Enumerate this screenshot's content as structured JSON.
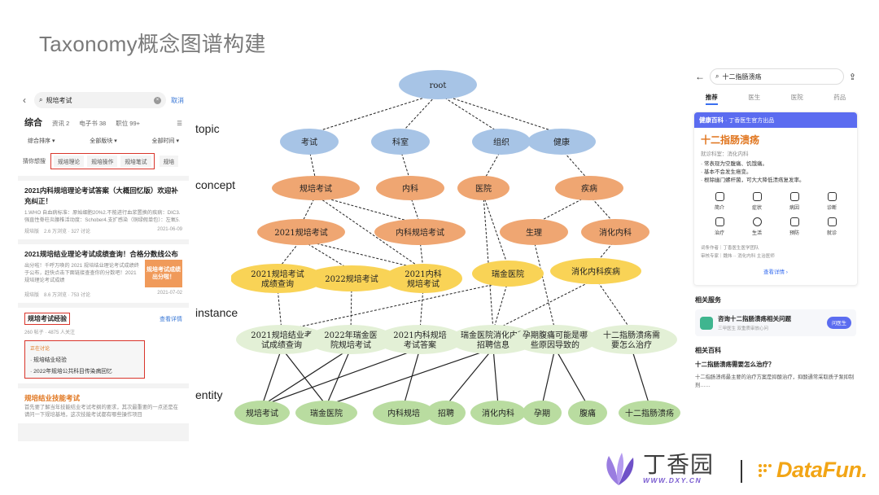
{
  "slide": {
    "title": "Taxonomy概念图谱构建"
  },
  "levels": {
    "topic": "topic",
    "concept": "concept",
    "instance": "instance",
    "entity": "entity"
  },
  "left_phone": {
    "search_text": "规培考试",
    "cancel": "取消",
    "tabs": [
      {
        "label": "综合",
        "count": ""
      },
      {
        "label": "资讯",
        "count": "2"
      },
      {
        "label": "电子书",
        "count": "38"
      },
      {
        "label": "职位",
        "count": "99+"
      }
    ],
    "filters": [
      "综合排序",
      "全部版块",
      "全部时间"
    ],
    "guess_label": "猜你想搜",
    "guess_chips": [
      "规培理论",
      "规培操作",
      "规培笔试",
      "规培"
    ],
    "article1": {
      "title": "2021内科规培理论考试答案（大概回忆版）欢迎补充纠正！",
      "body": "1.WHO 自血病标准：原始细胞20%2.不能进行血浆置换的疾病：DIC3.强直性脊柱炎腰椎活动度：Schober4.支扩感染（铜绿假单包）：左氧5.",
      "source": "规培版",
      "stats": "2.6 万浏览 · 327 讨论",
      "date": "2021-06-09"
    },
    "article2": {
      "title": "2021规培结业理论考试成绩查询！合格分数线公布",
      "body": "出分啦！千呼万唤的 2021 规培结业理论考试成绩终于公布，赶快点击下面链接查查你的分数吧！2021 规培理论考试成绩",
      "thumb": "规培考试成绩出分啦！",
      "source": "规培版",
      "stats": "8.6 万浏览 · 753 讨论",
      "date": "2021-07-02"
    },
    "topic": {
      "title": "规培考试经验",
      "stats": "260 帖子 · 4875 人关注",
      "link": "查看详情",
      "discuss_head": "正在讨论",
      "discuss_items": [
        "规培结业经验",
        "2022年规培公共科目传染病回忆"
      ]
    },
    "article3": {
      "title": "规培结业技能考试",
      "body": "首先要了解当年技能结业考试考纲的要求，其次最重要的一点还是在请问一下规培基地，这次技能考试都有哪些操作项目"
    }
  },
  "diagram": {
    "nodes": [
      {
        "id": "root",
        "label": "root",
        "level": "root"
      },
      {
        "id": "t1",
        "label": "考试",
        "level": "topic"
      },
      {
        "id": "t2",
        "label": "科室",
        "level": "topic"
      },
      {
        "id": "t3",
        "label": "组织",
        "level": "topic"
      },
      {
        "id": "t4",
        "label": "健康",
        "level": "topic"
      },
      {
        "id": "c1",
        "label": "规培考试",
        "level": "concept"
      },
      {
        "id": "c2",
        "label": "内科",
        "level": "concept"
      },
      {
        "id": "c3",
        "label": "医院",
        "level": "concept"
      },
      {
        "id": "c4",
        "label": "疾病",
        "level": "concept"
      },
      {
        "id": "c5",
        "label": "2021规培考试",
        "level": "concept"
      },
      {
        "id": "c6",
        "label": "内科规培考试",
        "level": "concept"
      },
      {
        "id": "c7",
        "label": "生理",
        "level": "concept"
      },
      {
        "id": "c8",
        "label": "消化内科",
        "level": "concept"
      },
      {
        "id": "i1",
        "label": "2021规培考试成绩查询",
        "level": "instance"
      },
      {
        "id": "i2",
        "label": "2022规培考试",
        "level": "instance"
      },
      {
        "id": "i3",
        "label": "2021内科规培考试",
        "level": "instance"
      },
      {
        "id": "i4",
        "label": "瑞金医院",
        "level": "instance"
      },
      {
        "id": "i5",
        "label": "消化内科疾病",
        "level": "instance"
      },
      {
        "id": "q1",
        "label": "2021规培结业考试成绩查询",
        "level": "query"
      },
      {
        "id": "q2",
        "label": "2022年瑞金医院规培考试",
        "level": "query"
      },
      {
        "id": "q3",
        "label": "2021内科规培考试答案",
        "level": "query"
      },
      {
        "id": "q4",
        "label": "瑞金医院消化内科招聘信息",
        "level": "query"
      },
      {
        "id": "q5",
        "label": "孕期腹痛可能是哪些原因导致的",
        "level": "query"
      },
      {
        "id": "q6",
        "label": "十二指肠溃疡需要怎么治疗",
        "level": "query"
      },
      {
        "id": "e1",
        "label": "规培考试",
        "level": "entity"
      },
      {
        "id": "e2",
        "label": "瑞金医院",
        "level": "entity"
      },
      {
        "id": "e3",
        "label": "内科规培",
        "level": "entity"
      },
      {
        "id": "e4",
        "label": "招聘",
        "level": "entity"
      },
      {
        "id": "e5",
        "label": "消化内科",
        "level": "entity"
      },
      {
        "id": "e6",
        "label": "孕期",
        "level": "entity"
      },
      {
        "id": "e7",
        "label": "腹痛",
        "level": "entity"
      },
      {
        "id": "e8",
        "label": "十二指肠溃疡",
        "level": "entity"
      }
    ],
    "edges": [
      [
        "root",
        "t1",
        "dashed"
      ],
      [
        "root",
        "t2",
        "dashed"
      ],
      [
        "root",
        "t3",
        "dashed"
      ],
      [
        "root",
        "t4",
        "dashed"
      ],
      [
        "t1",
        "c1",
        "dashed"
      ],
      [
        "t2",
        "c2",
        "dashed"
      ],
      [
        "t3",
        "c3",
        "dashed"
      ],
      [
        "t4",
        "c4",
        "dashed"
      ],
      [
        "c1",
        "c5",
        "dashed"
      ],
      [
        "c1",
        "c6",
        "dashed"
      ],
      [
        "c2",
        "c6",
        "dashed"
      ],
      [
        "c4",
        "c7",
        "dashed"
      ],
      [
        "c4",
        "c8",
        "dashed"
      ],
      [
        "c5",
        "i1",
        "dashed"
      ],
      [
        "c5",
        "i2",
        "dashed"
      ],
      [
        "c5",
        "i3",
        "dashed"
      ],
      [
        "c6",
        "i3",
        "dashed"
      ],
      [
        "c1",
        "i3",
        "dashed"
      ],
      [
        "c3",
        "i4",
        "dashed"
      ],
      [
        "c8",
        "i5",
        "dashed"
      ],
      [
        "i1",
        "q1",
        "dashed"
      ],
      [
        "i2",
        "q2",
        "dashed"
      ],
      [
        "i3",
        "q3",
        "dashed"
      ],
      [
        "i4",
        "q1",
        "dashed"
      ],
      [
        "i4",
        "q4",
        "dashed"
      ],
      [
        "i5",
        "q4",
        "dashed"
      ],
      [
        "i5",
        "q6",
        "dashed"
      ],
      [
        "c7",
        "q5",
        "dashed"
      ],
      [
        "c3",
        "q4",
        "dashed"
      ],
      [
        "q1",
        "e1",
        "solid"
      ],
      [
        "q1",
        "e2",
        "solid"
      ],
      [
        "q2",
        "e1",
        "solid"
      ],
      [
        "q2",
        "e2",
        "solid"
      ],
      [
        "q3",
        "e1",
        "solid"
      ],
      [
        "q3",
        "e3",
        "solid"
      ],
      [
        "q4",
        "e2",
        "solid"
      ],
      [
        "q4",
        "e4",
        "solid"
      ],
      [
        "q4",
        "e5",
        "solid"
      ],
      [
        "q5",
        "e6",
        "solid"
      ],
      [
        "q5",
        "e7",
        "solid"
      ],
      [
        "q6",
        "e8",
        "solid"
      ]
    ],
    "colors": {
      "root": "#a7c4e6",
      "topic": "#a7c4e6",
      "concept": "#efa672",
      "instance": "#f9d356",
      "query": "#e3f0d6",
      "entity": "#b9dca0"
    }
  },
  "right_phone": {
    "search_text": "十二指肠溃疡",
    "tabs": [
      "推荐",
      "医生",
      "医院",
      "药品"
    ],
    "card_head_brand": "健康百科",
    "card_head_sub": "· 丁香医生官方出品",
    "title": "十二指肠溃疡",
    "dept": "就诊科室：消化内科",
    "bullets": [
      "· 常表现为空腹痛、饥饿痛。",
      "· 基本不会发生癌变。",
      "· 根除幽门螺杆菌，可大大降低溃疡复发率。"
    ],
    "grid": [
      "简介",
      "症状",
      "病因",
      "诊断",
      "治疗",
      "生活",
      "预防",
      "就诊"
    ],
    "meta1": "词条作者｜丁香医生医学团队",
    "meta2": "审核专家｜魏炜 ·· 消化内科 主治医师",
    "more": "查看详情",
    "service_section": "相关服务",
    "service_title": "咨询十二指肠溃疡相关问题",
    "service_sub": "三甲医生 双重质审放心问",
    "service_btn": "问医生",
    "wiki_section": "相关百科",
    "wiki_q": "十二指肠溃疡需要怎么治疗？",
    "wiki_a": "十二指肠溃疡最主要的治疗方案是抑酸治疗，抑酸通常采取质子泵抑制剂……"
  },
  "logos": {
    "dxy_name": "丁香园",
    "dxy_url": "WWW.DXY.CN",
    "datafun": "DataFun."
  }
}
